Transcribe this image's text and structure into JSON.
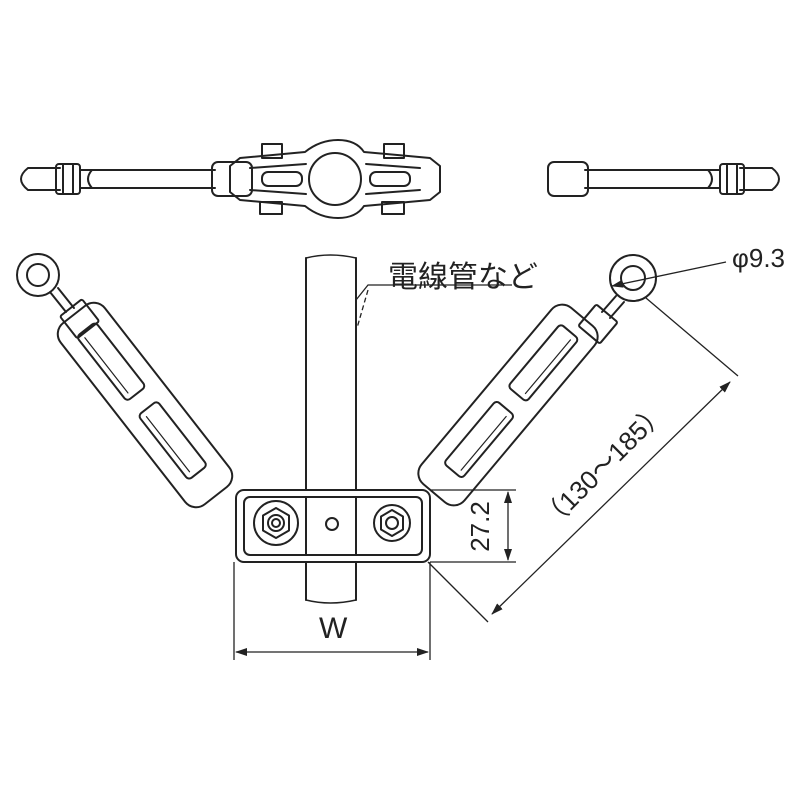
{
  "labels": {
    "conduit": "電線管など",
    "eye_diameter": "φ9.3",
    "clamp_height": "27.2",
    "width": "W",
    "length_range": "（130～185）"
  },
  "colors": {
    "line": "#222222",
    "fill": "#ffffff"
  }
}
